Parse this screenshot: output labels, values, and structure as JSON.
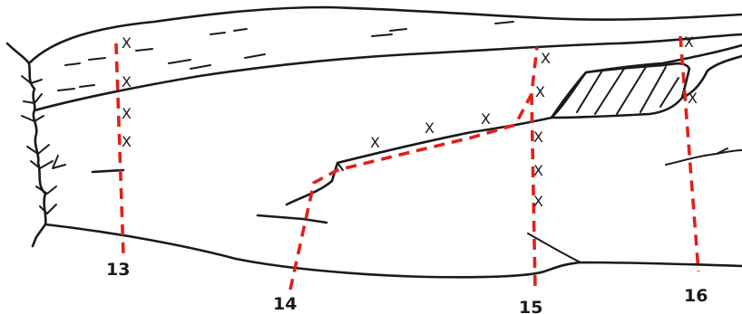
{
  "profiles": [
    {
      "id": "13",
      "label": "13"
    },
    {
      "id": "14",
      "label": "14"
    },
    {
      "id": "15",
      "label": "15"
    },
    {
      "id": "16",
      "label": "16"
    }
  ],
  "marker": "X",
  "colors": {
    "ink": "#1a1a1a",
    "profile_line": "#e0201c",
    "background": "#ffffff"
  }
}
